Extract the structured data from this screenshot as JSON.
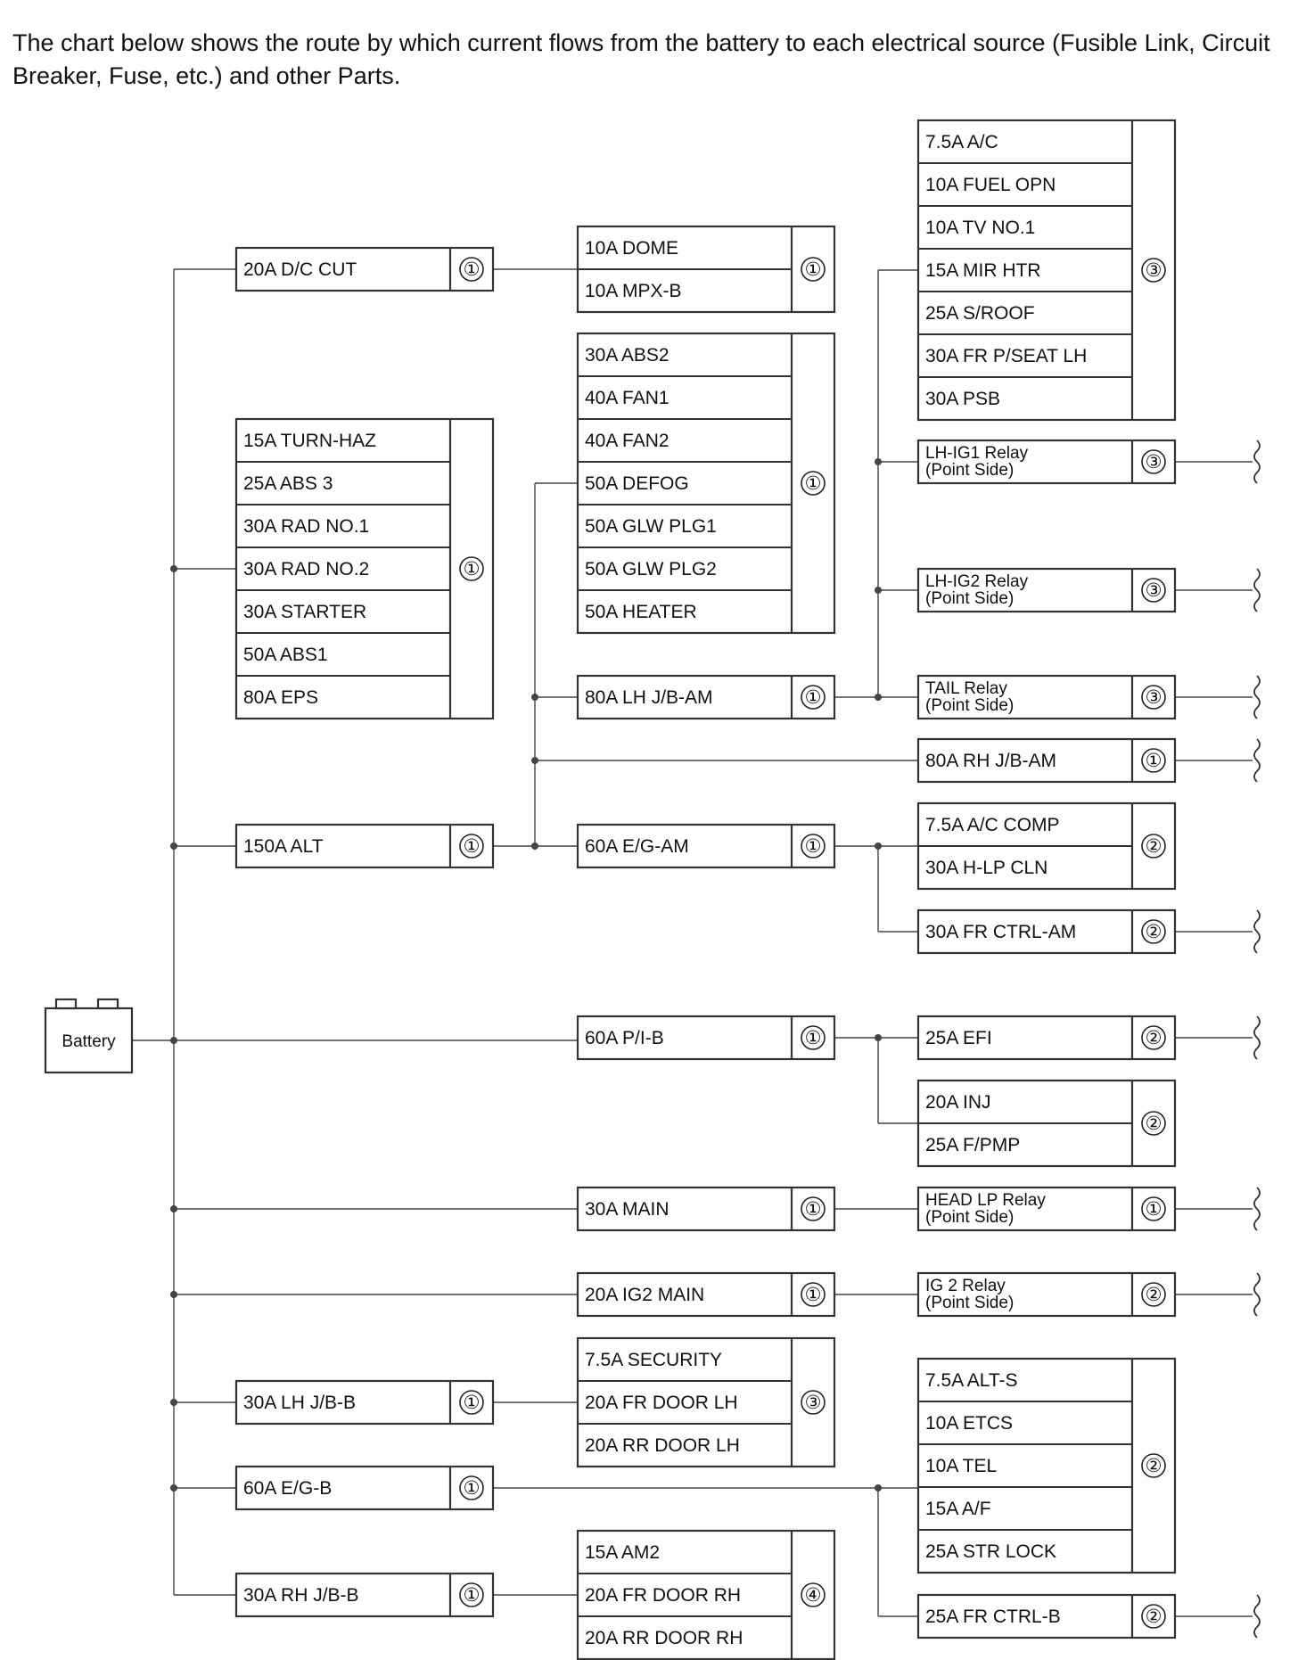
{
  "intro_text": "The chart below shows the route by which current flows from the battery to each electrical source (Fusible Link, Circuit Breaker, Fuse, etc.) and other Parts.",
  "battery": {
    "label": "Battery"
  },
  "source_groups": [
    {
      "id": "g1",
      "tag": "①",
      "labels": [
        "20A D/C CUT"
      ]
    },
    {
      "id": "g2",
      "tag": "①",
      "labels": [
        "15A TURN-HAZ",
        "25A ABS 3",
        "30A RAD NO.1",
        "30A RAD NO.2",
        "30A STARTER",
        "50A ABS1",
        "80A EPS"
      ]
    },
    {
      "id": "g3",
      "tag": "①",
      "labels": [
        "150A ALT"
      ]
    },
    {
      "id": "g4",
      "tag": "①",
      "labels": [
        "30A LH J/B-B"
      ]
    },
    {
      "id": "g5",
      "tag": "①",
      "labels": [
        "60A E/G-B"
      ]
    },
    {
      "id": "g6",
      "tag": "①",
      "labels": [
        "30A RH J/B-B"
      ]
    }
  ],
  "middle_groups": [
    {
      "id": "m1",
      "tag": "①",
      "labels": [
        "10A DOME",
        "10A MPX-B"
      ]
    },
    {
      "id": "m2",
      "tag": "①",
      "labels": [
        "30A ABS2",
        "40A FAN1",
        "40A FAN2",
        "50A DEFOG",
        "50A GLW PLG1",
        "50A GLW PLG2",
        "50A HEATER"
      ]
    },
    {
      "id": "m3",
      "tag": "①",
      "labels": [
        "80A LH J/B-AM"
      ]
    },
    {
      "id": "m4",
      "tag": "①",
      "labels": [
        "60A E/G-AM"
      ]
    },
    {
      "id": "m5",
      "tag": "①",
      "labels": [
        "60A P/I-B"
      ]
    },
    {
      "id": "m6",
      "tag": "①",
      "labels": [
        "30A MAIN"
      ]
    },
    {
      "id": "m7",
      "tag": "①",
      "labels": [
        "20A IG2 MAIN"
      ]
    },
    {
      "id": "m8",
      "tag": "③",
      "labels": [
        "7.5A SECURITY",
        "20A FR DOOR LH",
        "20A RR DOOR LH"
      ]
    },
    {
      "id": "m9",
      "tag": "④",
      "labels": [
        "15A AM2",
        "20A FR DOOR RH",
        "20A RR DOOR RH"
      ]
    }
  ],
  "right_groups": [
    {
      "id": "r1",
      "tag": "③",
      "labels": [
        "7.5A A/C",
        "10A FUEL OPN",
        "10A TV NO.1",
        "15A MIR HTR",
        "25A S/ROOF",
        "30A FR P/SEAT LH",
        "30A PSB"
      ]
    },
    {
      "id": "r2",
      "tag": "③",
      "labels": [
        "LH-IG1 Relay",
        "(Point Side)"
      ]
    },
    {
      "id": "r3",
      "tag": "③",
      "labels": [
        "LH-IG2 Relay",
        "(Point Side)"
      ]
    },
    {
      "id": "r4",
      "tag": "③",
      "labels": [
        "TAIL Relay",
        "(Point Side)"
      ]
    },
    {
      "id": "r5",
      "tag": "①",
      "labels": [
        "80A RH J/B-AM"
      ]
    },
    {
      "id": "r6",
      "tag": "②",
      "labels": [
        "7.5A A/C COMP",
        "30A H-LP CLN"
      ]
    },
    {
      "id": "r7",
      "tag": "②",
      "labels": [
        "30A FR CTRL-AM"
      ]
    },
    {
      "id": "r8",
      "tag": "②",
      "labels": [
        "25A EFI"
      ]
    },
    {
      "id": "r9",
      "tag": "②",
      "labels": [
        "20A INJ",
        "25A F/PMP"
      ]
    },
    {
      "id": "r10",
      "tag": "①",
      "labels": [
        "HEAD LP Relay",
        "(Point Side)"
      ]
    },
    {
      "id": "r11",
      "tag": "②",
      "labels": [
        "IG 2 Relay",
        "(Point Side)"
      ]
    },
    {
      "id": "r12",
      "tag": "②",
      "labels": [
        "7.5A ALT-S",
        "10A ETCS",
        "10A TEL",
        "15A A/F",
        "25A STR LOCK"
      ]
    },
    {
      "id": "r13",
      "tag": "②",
      "labels": [
        "25A FR CTRL-B"
      ]
    }
  ]
}
